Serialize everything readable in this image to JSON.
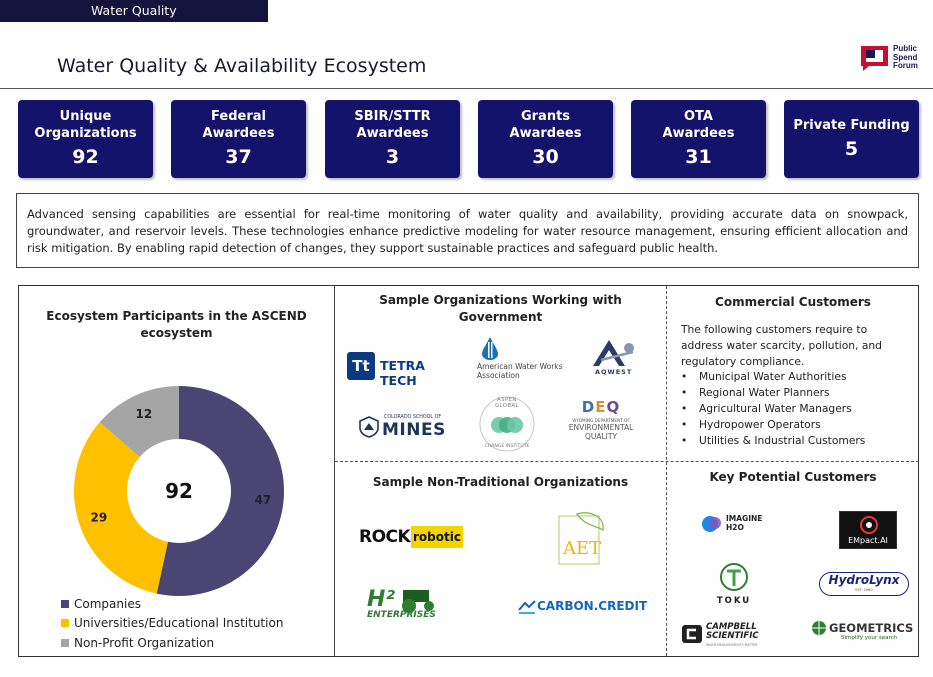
{
  "header": {
    "tag": "Water Quality",
    "title": "Water Quality & Availability Ecosystem",
    "logo_text": [
      "Public",
      "Spend",
      "Forum"
    ]
  },
  "stats": [
    {
      "label_lines": [
        "Unique",
        "Organizations"
      ],
      "value": "92"
    },
    {
      "label_lines": [
        "Federal",
        "Awardees"
      ],
      "value": "37"
    },
    {
      "label_lines": [
        "SBIR/STTR",
        "Awardees"
      ],
      "value": "3"
    },
    {
      "label_lines": [
        "Grants",
        "Awardees"
      ],
      "value": "30"
    },
    {
      "label_lines": [
        "OTA",
        "Awardees"
      ],
      "value": "31"
    },
    {
      "label_lines": [
        "Private Funding"
      ],
      "value": "5"
    }
  ],
  "description": "Advanced sensing capabilities are essential for real-time monitoring of water quality and availability, providing accurate data on snowpack, groundwater, and reservoir levels. These technologies enhance predictive modeling for water resource management, ensuring efficient allocation and risk mitigation. By enabling rapid detection of changes, they support sustainable practices and safeguard public health.",
  "ecosystem": {
    "title_lines": [
      "Ecosystem Participants in the ASCEND",
      "ecosystem"
    ],
    "total": "92"
  },
  "chart_data": {
    "type": "pie",
    "donut": true,
    "center_label": "92",
    "series": [
      {
        "name": "Companies",
        "value": 47,
        "color": "#4b4574"
      },
      {
        "name": "Universities/Educational Institution",
        "value": 29,
        "color": "#ffc000"
      },
      {
        "name": "Non-Profit Organization",
        "value": 12,
        "color": "#a5a5a5"
      }
    ],
    "legend_position": "bottom-left"
  },
  "gov_orgs": {
    "title_lines": [
      "Sample Organizations Working with",
      "Government"
    ],
    "logos": {
      "tetra_tech": "TETRA TECH",
      "awwa": [
        "American Water Works",
        "Association"
      ],
      "aqwest": "AQWEST",
      "mines_small": "COLORADO SCHOOL OF",
      "mines": "MINES",
      "aspen": [
        "ASPEN GLOBAL",
        "CHANGE INSTITUTE"
      ],
      "deq": "DEQ",
      "deq_sub": [
        "WYOMING DEPARTMENT OF",
        "ENVIRONMENTAL",
        "QUALITY"
      ]
    }
  },
  "nontrad_orgs": {
    "title": "Sample Non-Traditional Organizations",
    "logos": {
      "rock": "ROCK",
      "robotic": "robotic",
      "aet": "AET",
      "h2": "ENTERPRISES",
      "carbon": "CARBON.CREDIT"
    }
  },
  "commercial": {
    "title": "Commercial Customers",
    "intro": "The following customers require to address water scarcity, pollution, and regulatory compliance.",
    "items": [
      "Municipal Water Authorities",
      "Regional Water Planners",
      "Agricultural Water Managers",
      "Hydropower Operators",
      "Utilities & Industrial Customers"
    ]
  },
  "key_customers": {
    "title": "Key Potential Customers",
    "logos": {
      "imagine": [
        "IMAGINE",
        "H2O"
      ],
      "empact": "EMpact.AI",
      "toku": "TOKU",
      "hydrolynx": "HydroLynx",
      "hydrolynx_sub": "EST. 1980",
      "campbell": [
        "CAMPBELL",
        "SCIENTIFIC"
      ],
      "campbell_sub": "WHEN MEASUREMENTS MATTER",
      "geometrics": "GEOMETRICS",
      "geometrics_sub": "Simplify your search"
    }
  }
}
